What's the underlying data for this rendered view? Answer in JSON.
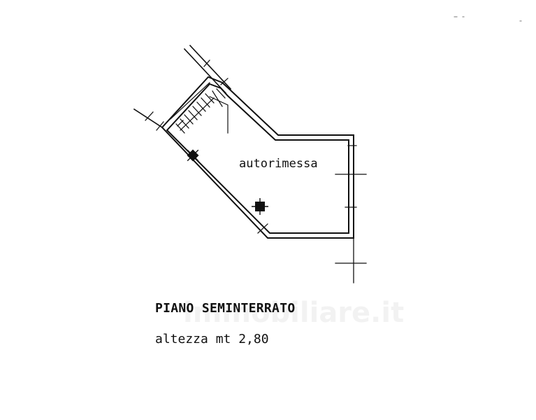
{
  "plan": {
    "room_name": "autorimessa",
    "floor_title": "PIANO SEMINTERRATO",
    "ceiling_height": "altezza mt 2,80"
  },
  "watermark": {
    "text": "immobiliare.it"
  },
  "colors": {
    "ink": "#111111",
    "paper": "#ffffff"
  }
}
